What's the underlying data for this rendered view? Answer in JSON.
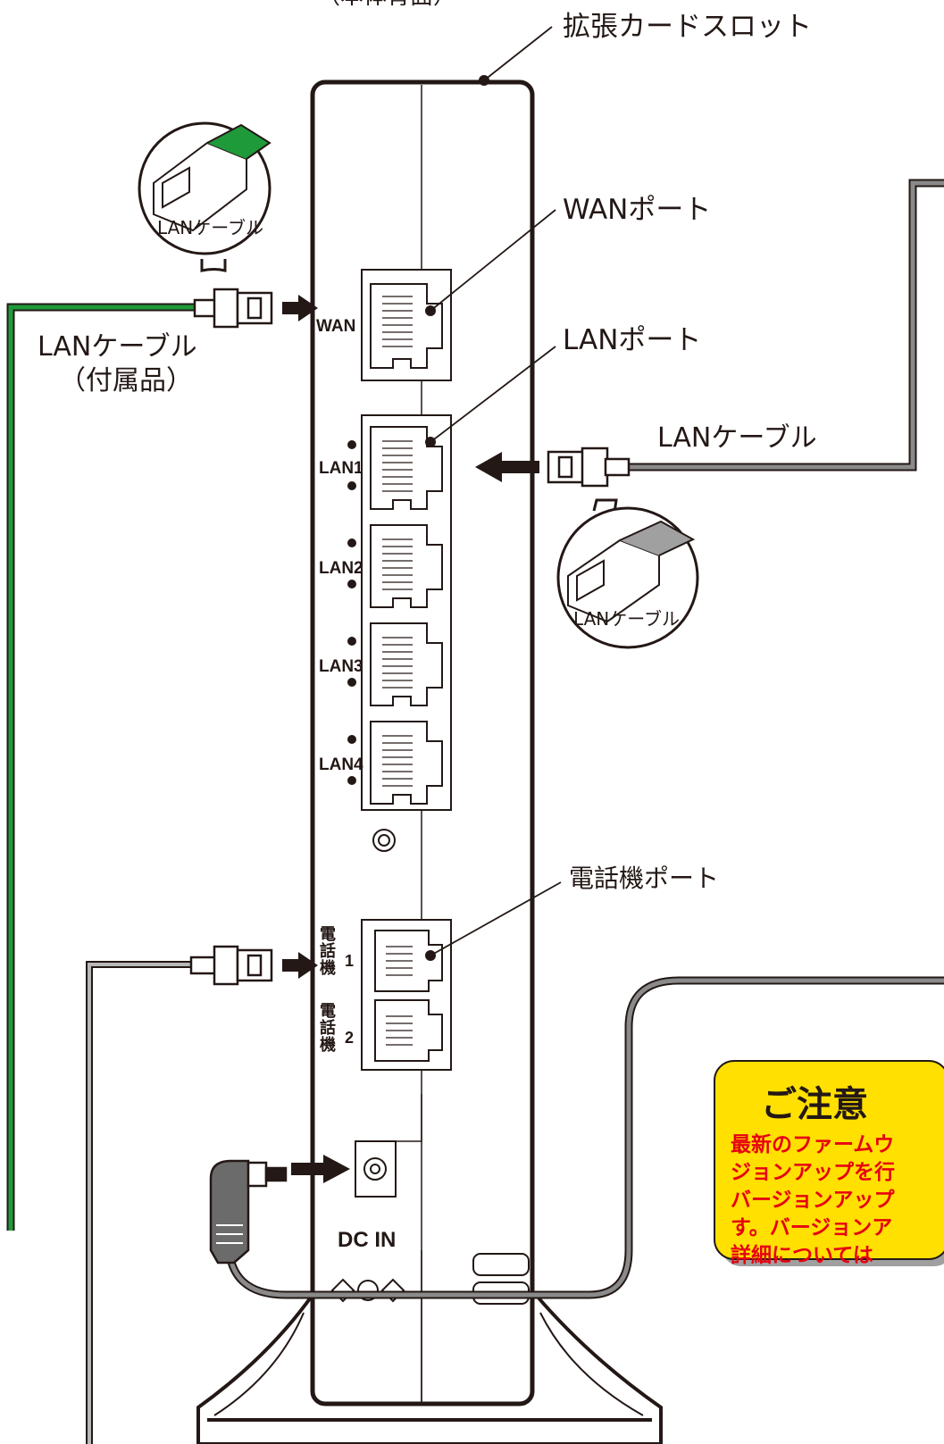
{
  "colors": {
    "green_cable": "#1f9a3a",
    "gray_cable": "#7a7a7a",
    "light_gray_cable": "#b0b0b0",
    "note_yellow": "#ffe000",
    "note_text_red": "#e60012",
    "outline": "#231815"
  },
  "header": {
    "top_label": "（本体背面）"
  },
  "callouts": {
    "card_slot": "拡張カードスロット",
    "wan_port": "WANポート",
    "lan_port": "LANポート",
    "phone_port": "電話機ポート"
  },
  "device": {
    "wan_label": "WAN",
    "lan_labels": [
      "LAN1",
      "LAN2",
      "LAN3",
      "LAN4"
    ],
    "phone_labels": [
      {
        "kanji": [
          "電",
          "話",
          "機"
        ],
        "num": "1"
      },
      {
        "kanji": [
          "電",
          "話",
          "機"
        ],
        "num": "2"
      }
    ],
    "dc_label": "DC IN"
  },
  "cables": {
    "left_lan_name": "LANケーブル",
    "left_lan_note": "（付属品）",
    "right_lan_name": "LANケーブル",
    "magnify_left": "LANケーブル",
    "magnify_right": "LANケーブル"
  },
  "note": {
    "title": "ご注意",
    "lines": [
      "最新のファームウ",
      "ジョンアップを行",
      "バージョンアップ",
      "す。バージョンア",
      "詳細については"
    ]
  }
}
